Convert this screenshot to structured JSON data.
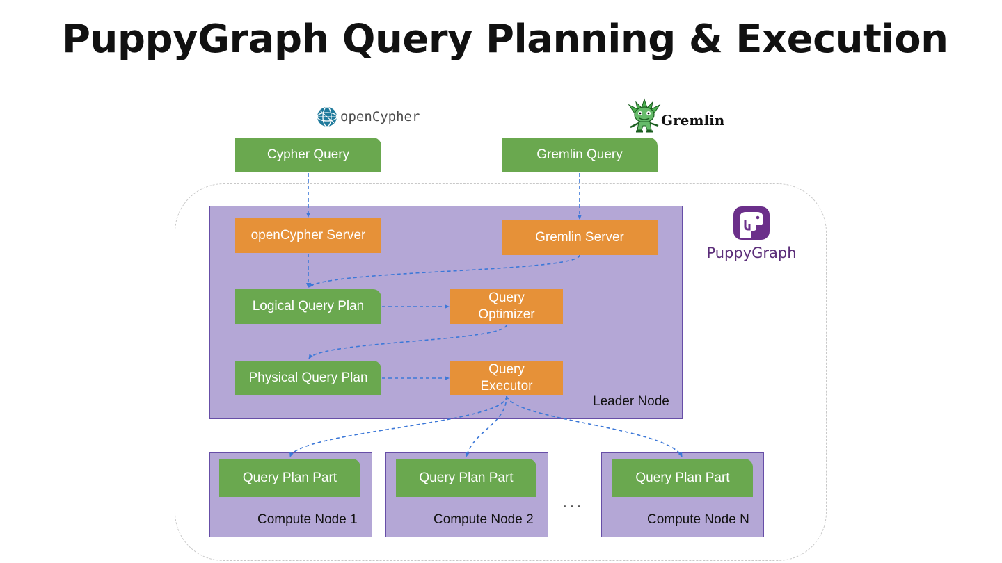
{
  "title": "PuppyGraph Query Planning & Execution",
  "logos": {
    "opencypher": {
      "text": "openCypher",
      "icon": "opencypher-globe-icon"
    },
    "gremlin": {
      "text": "Gremlin",
      "icon": "gremlin-mascot-icon"
    },
    "puppygraph": {
      "text": "PuppyGraph",
      "icon": "puppygraph-dog-icon",
      "color": "#5b2d79"
    }
  },
  "boxes": {
    "cypher_query": "Cypher Query",
    "gremlin_query": "Gremlin Query",
    "opencypher_server": "openCypher Server",
    "gremlin_server": "Gremlin Server",
    "logical_plan": "Logical Query Plan",
    "optimizer_line1": "Query",
    "optimizer_line2": "Optimizer",
    "physical_plan": "Physical Query Plan",
    "executor_line1": "Query",
    "executor_line2": "Executor",
    "plan_part_1": "Query Plan Part",
    "plan_part_2": "Query Plan Part",
    "plan_part_n": "Query Plan Part"
  },
  "nodes": {
    "leader": "Leader Node",
    "compute_1": "Compute Node 1",
    "compute_2": "Compute Node 2",
    "compute_n": "Compute Node N",
    "ellipsis": "..."
  },
  "colors": {
    "green": "#6aa84f",
    "orange": "#e69138",
    "node_fill": "#b4a7d6",
    "node_border": "#674ea7",
    "arrow": "#3c78d8"
  }
}
